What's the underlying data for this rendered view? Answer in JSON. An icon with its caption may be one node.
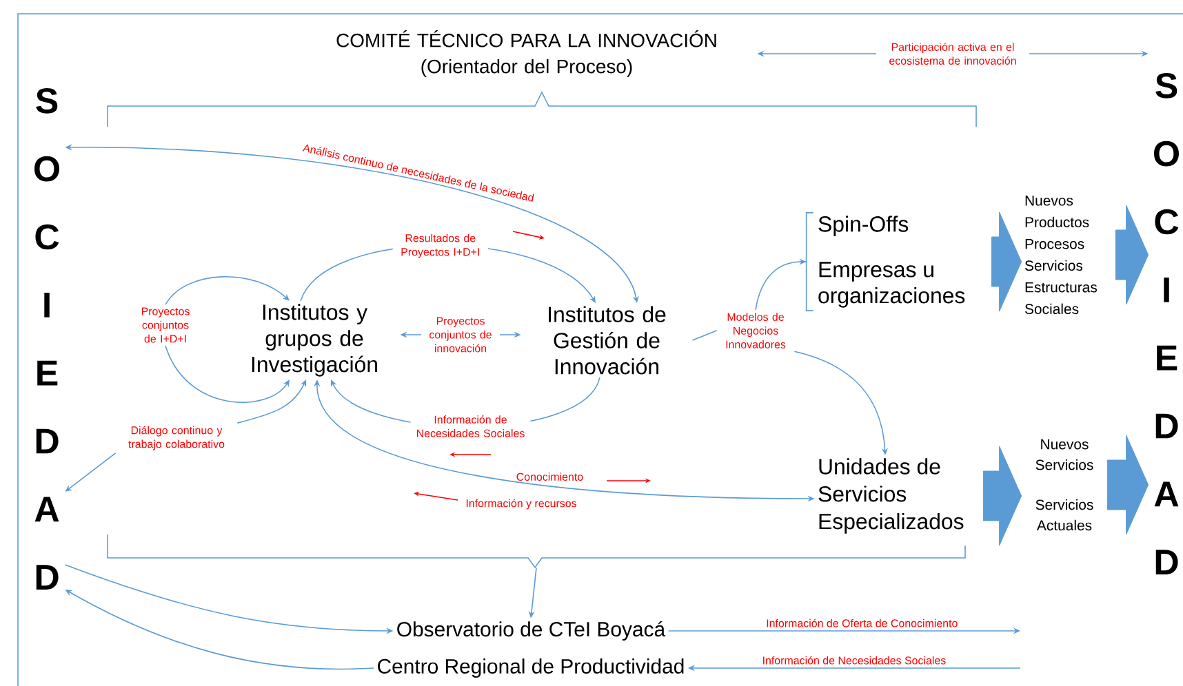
{
  "diagram": {
    "nodes": [
      {
        "text": [
          "COMITÉ TÉCNICO PARA LA INNOVACIÓN",
          "(Orientador del Proceso)"
        ]
      },
      {
        "text": [
          "S O C I E D A D"
        ]
      },
      {
        "text": [
          "S O C I E D A D"
        ]
      },
      {
        "text": [
          "Proyectos conjuntos de I+D+I"
        ]
      },
      {
        "text": [
          "Institutos y grupos de Investigación"
        ]
      },
      {
        "text": [
          "Institutos de Gestión de Innovación"
        ]
      },
      {
        "text": [
          "Modelos de Negocios Innovadores"
        ]
      },
      {
        "text": [
          "Spin-Offs",
          "Empresas u organizaciones"
        ]
      },
      {
        "text": [
          "Nuevos Productos Procesos Servicios Estructuras Sociales"
        ]
      },
      {
        "text": [
          "Diálogo continuo y trabajo colaborativo"
        ]
      },
      {
        "text": [
          "Unidades de Servicios Especializados"
        ]
      },
      {
        "text": [
          "Nuevos Servicios",
          "Servicios Actuales"
        ]
      },
      {
        "text": [
          "Observatorio de CTeI Boyacá"
        ]
      },
      {
        "text": [
          "Centro Regional de Productividad"
        ]
      },
      {
        "text": [],
        "shape": "bracket"
      }
    ],
    "edges": [
      {
        "from": 0,
        "to": 2,
        "arrow": "both",
        "label": "Participación activa en el ecosistema de innovación"
      },
      {
        "from": 5,
        "to": 1,
        "arrow": "both",
        "label": "Análisis continuo de necesidades de la sociedad"
      },
      {
        "from": 4,
        "to": 5,
        "arrow": "to",
        "label": "Resultados de Proyectos I+D+I"
      },
      {
        "from": 3,
        "to": 4,
        "arrow": "to"
      },
      {
        "from": 3,
        "to": 4,
        "arrow": "to"
      },
      {
        "from": 4,
        "to": 5,
        "arrow": "both",
        "label": "Proyectos conjuntos de innovación"
      },
      {
        "from": 5,
        "to": 6,
        "arrow": "none"
      },
      {
        "from": 6,
        "to": 7,
        "arrow": "to"
      },
      {
        "from": 6,
        "to": 10,
        "arrow": "to"
      },
      {
        "from": 7,
        "to": 8,
        "arrow": "to",
        "style": "thick"
      },
      {
        "from": 8,
        "to": 2,
        "arrow": "to",
        "style": "thick"
      },
      {
        "from": 5,
        "to": 4,
        "arrow": "to",
        "label": "Información de Necesidades Sociales"
      },
      {
        "from": 9,
        "to": 4,
        "arrow": "to"
      },
      {
        "from": 9,
        "to": 1,
        "arrow": "to"
      },
      {
        "from": 4,
        "to": 10,
        "arrow": "both",
        "label": "Conocimiento"
      },
      {
        "from": 10,
        "to": 11,
        "arrow": "to",
        "style": "thick"
      },
      {
        "from": 11,
        "to": 2,
        "arrow": "to",
        "style": "thick"
      },
      {
        "from": 14,
        "to": 12,
        "arrow": "to"
      },
      {
        "from": 1,
        "to": 12,
        "arrow": "to"
      },
      {
        "from": 13,
        "to": 1,
        "arrow": "to"
      },
      {
        "from": 12,
        "to": null,
        "arrow": "to",
        "label": "Información de Oferta de Conocimiento"
      },
      {
        "from": null,
        "to": 13,
        "arrow": "to",
        "label": "Información de Necesidades Sociales"
      }
    ],
    "labels": [
      "Información y recursos"
    ]
  }
}
